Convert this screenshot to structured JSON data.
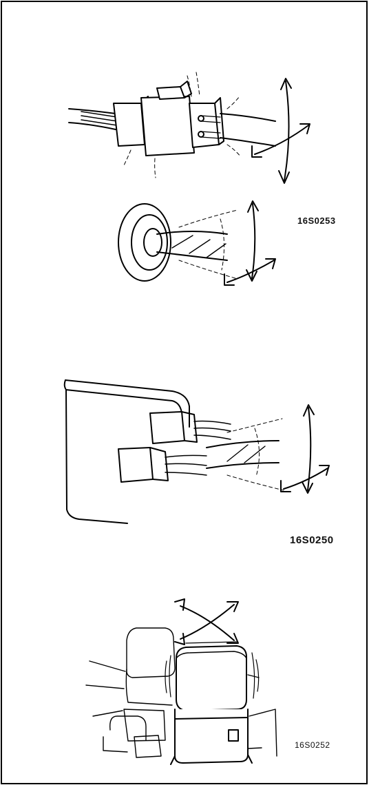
{
  "figures": [
    {
      "code": "16S0253"
    },
    {
      "code": "16S0250"
    },
    {
      "code": "16S0252"
    }
  ]
}
